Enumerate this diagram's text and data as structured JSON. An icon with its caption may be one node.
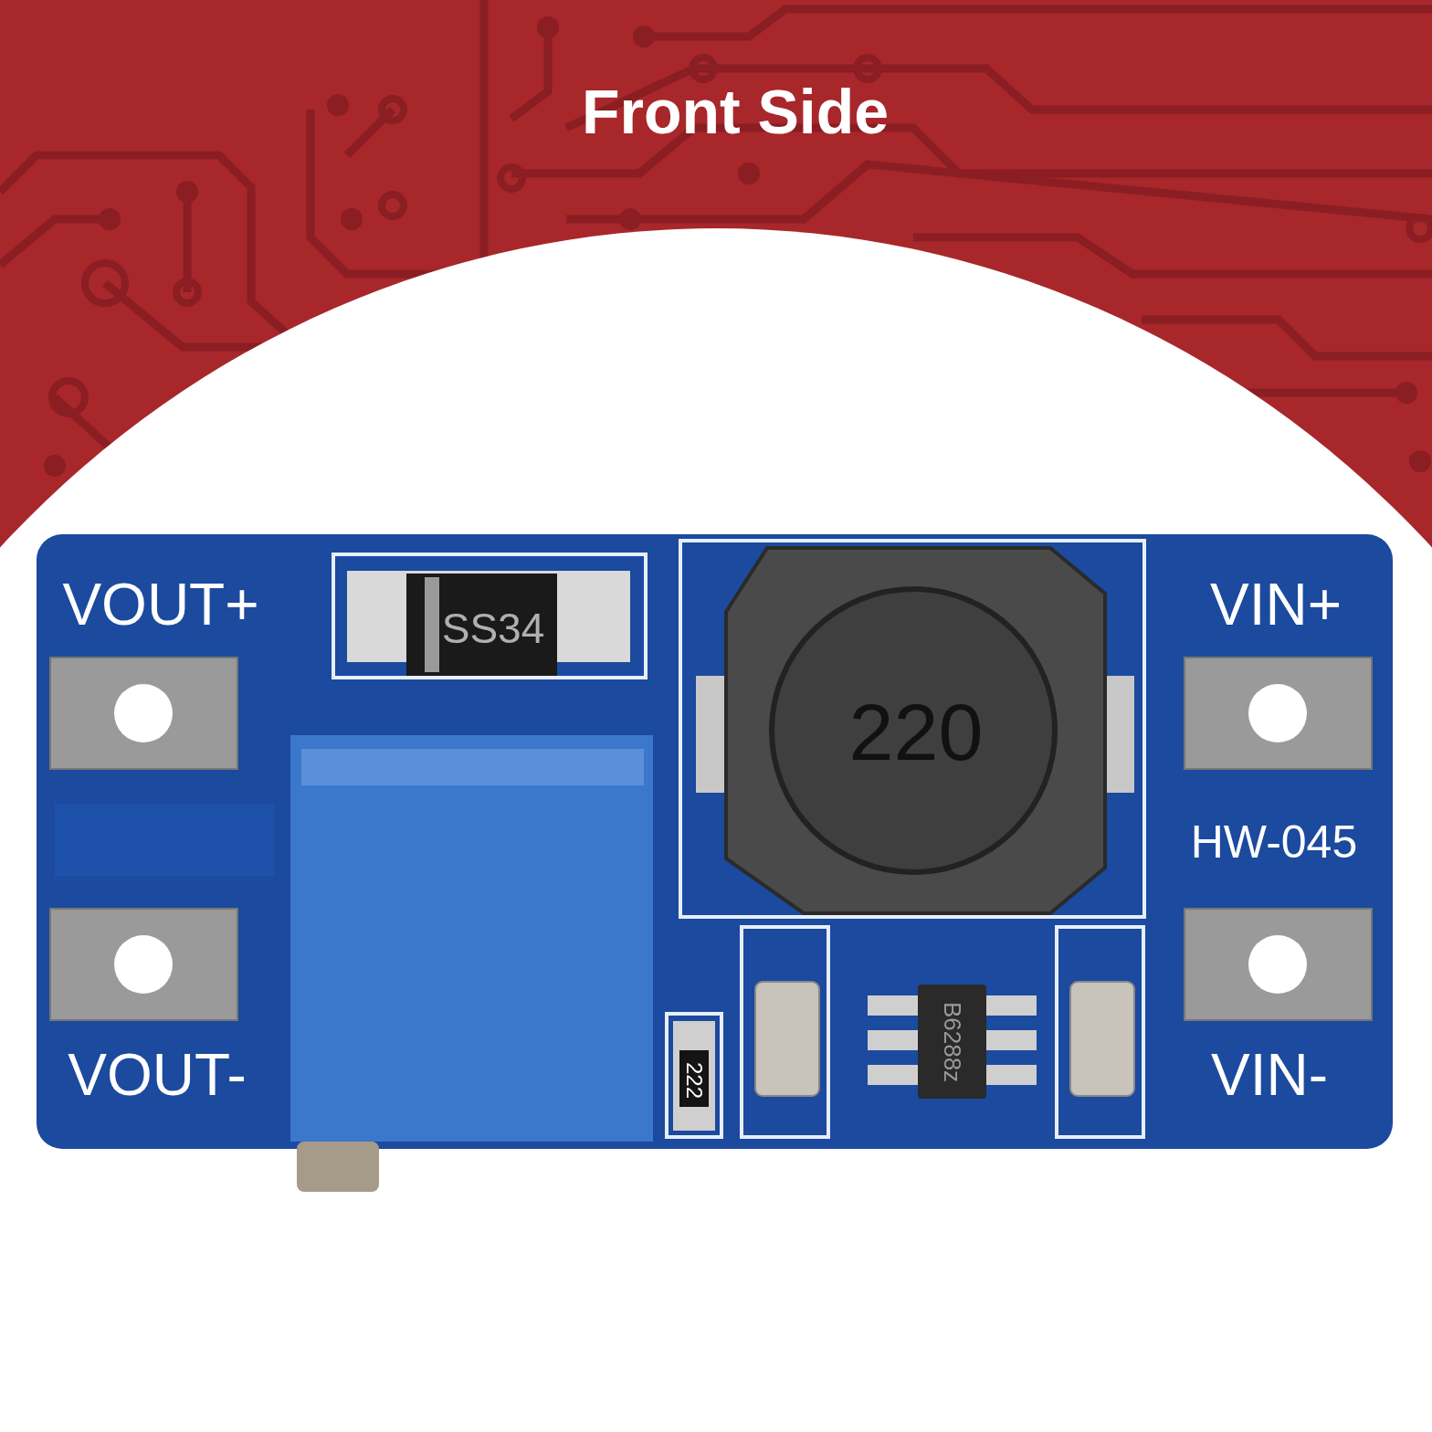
{
  "diagram": {
    "title": "Front Side",
    "labels": [
      "VOUT+",
      "SS34",
      "220",
      "VIN+",
      "HW-045",
      "VOUT-",
      "222",
      "B6288z",
      "VIN-"
    ]
  }
}
